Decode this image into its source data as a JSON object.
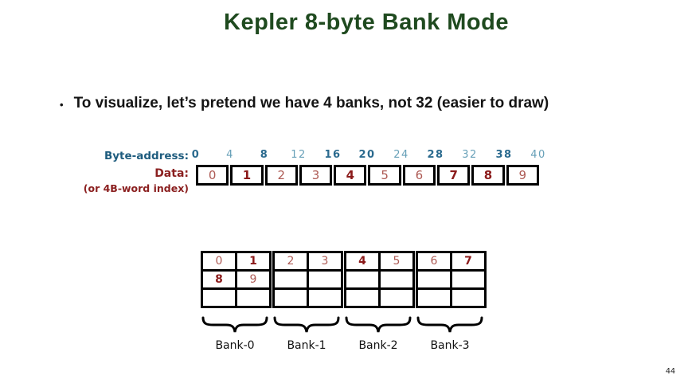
{
  "slide": {
    "title": "Kepler 8-byte Bank Mode",
    "bullet": "To visualize, let’s pretend we have 4 banks, not 32 (easier to draw)",
    "bullet_marker": "•",
    "page_number": "44"
  },
  "labels": {
    "byte_address": "Byte-address:",
    "data": "Data:",
    "word_index": "(or 4B-word index)"
  },
  "colors": {
    "title_green": "#1F4A1F",
    "address_blue_bold": "#2A6A8E",
    "address_blue_light": "#67A0B8",
    "data_red_bold": "#8B1A1A",
    "data_red_light": "#AE5B55",
    "label_blue": "#1E5C7E",
    "label_red": "#8B2020",
    "border_black": "#000000"
  },
  "addresses": [
    "0",
    "4",
    "8",
    "12",
    "16",
    "20",
    "24",
    "28",
    "32",
    "38",
    "40"
  ],
  "data_row": [
    "0",
    "1",
    "2",
    "3",
    "4",
    "5",
    "6",
    "7",
    "8",
    "9"
  ],
  "banks": [
    {
      "label": "Bank-0",
      "cells": [
        [
          "0",
          "1"
        ],
        [
          "8",
          "9"
        ],
        [
          "",
          ""
        ]
      ]
    },
    {
      "label": "Bank-1",
      "cells": [
        [
          "2",
          "3"
        ],
        [
          "",
          ""
        ],
        [
          "",
          ""
        ]
      ]
    },
    {
      "label": "Bank-2",
      "cells": [
        [
          "4",
          "5"
        ],
        [
          "",
          ""
        ],
        [
          "",
          ""
        ]
      ]
    },
    {
      "label": "Bank-3",
      "cells": [
        [
          "6",
          "7"
        ],
        [
          "",
          ""
        ],
        [
          "",
          ""
        ]
      ]
    }
  ]
}
